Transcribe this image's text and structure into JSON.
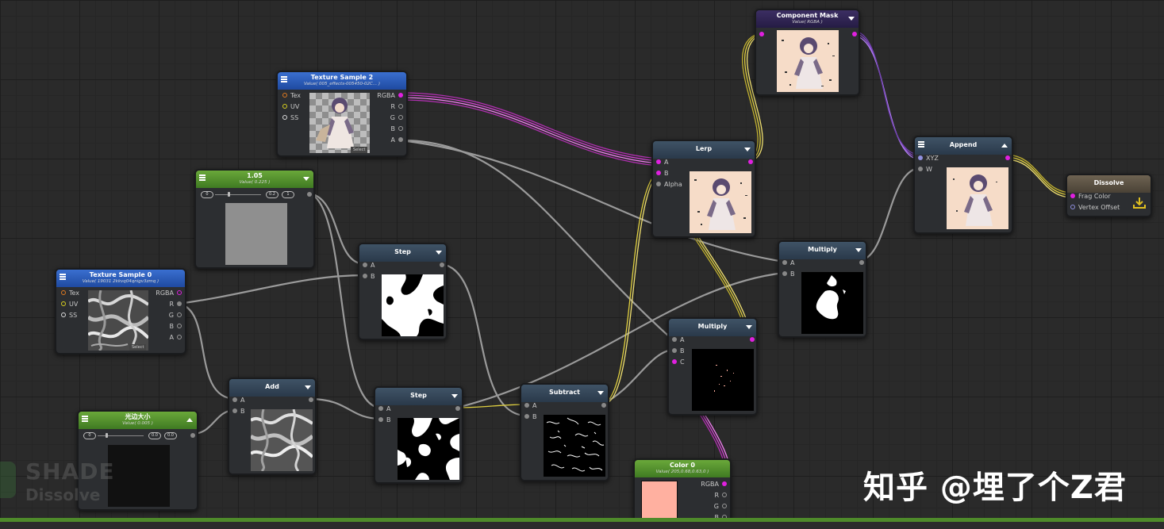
{
  "nodes": {
    "tex2": {
      "title": "Texture Sample 2",
      "value": "Value( 005_effects-005450-02C... )",
      "inputs": [
        "Tex",
        "UV",
        "SS"
      ],
      "outputs": [
        "RGBA",
        "R",
        "G",
        "B",
        "A"
      ],
      "select": "Select"
    },
    "tex0": {
      "title": "Texture Sample 0",
      "value": "Value( 19031 2kkvq04qnigv3zmq )",
      "inputs": [
        "Tex",
        "UV",
        "SS"
      ],
      "outputs": [
        "RGBA",
        "R",
        "G",
        "B",
        "A"
      ],
      "select": "Select"
    },
    "float105": {
      "title": "1.05",
      "value": "Value( 0.225 )",
      "slider_min": "0",
      "slider_val": "0.2",
      "slider_max": "1"
    },
    "edge": {
      "title": "光边大小",
      "value": "Value( 0.005 )",
      "slider_min": "0",
      "slider_val": "0.0",
      "slider_max": "0.0"
    },
    "step1": {
      "title": "Step",
      "inputs": [
        "A",
        "B"
      ]
    },
    "step2": {
      "title": "Step",
      "inputs": [
        "A",
        "B"
      ]
    },
    "add": {
      "title": "Add",
      "inputs": [
        "A",
        "B"
      ]
    },
    "subtract": {
      "title": "Subtract",
      "inputs": [
        "A",
        "B"
      ]
    },
    "lerp": {
      "title": "Lerp",
      "inputs": [
        "A",
        "B",
        "Alpha"
      ]
    },
    "multiply1": {
      "title": "Multiply",
      "inputs": [
        "A",
        "B",
        "C"
      ]
    },
    "multiply2": {
      "title": "Multiply",
      "inputs": [
        "A",
        "B"
      ]
    },
    "mask": {
      "title": "Component Mask",
      "value": "Value( RGBA )"
    },
    "append": {
      "title": "Append",
      "inputs": [
        "XYZ",
        "W"
      ]
    },
    "color0": {
      "title": "Color 0",
      "value": "Value( 205,0.68,0.63,0 )",
      "outputs": [
        "RGBA",
        "R",
        "G",
        "B"
      ],
      "swatch": "#ffb0a0"
    },
    "dissolve": {
      "title": "Dissolve",
      "inputs": [
        "Frag Color",
        "Vertex Offset"
      ]
    }
  },
  "logo": {
    "line1": "SHADE",
    "line2": "Dissolve"
  },
  "watermark": "知乎 @埋了个Z君",
  "colors": {
    "wire_gray": "#a8a8a8",
    "wire_magenta": "#d040d0",
    "wire_yellow": "#e0d040",
    "wire_purple": "#9050d0",
    "accent_green": "#4e8a2a"
  }
}
